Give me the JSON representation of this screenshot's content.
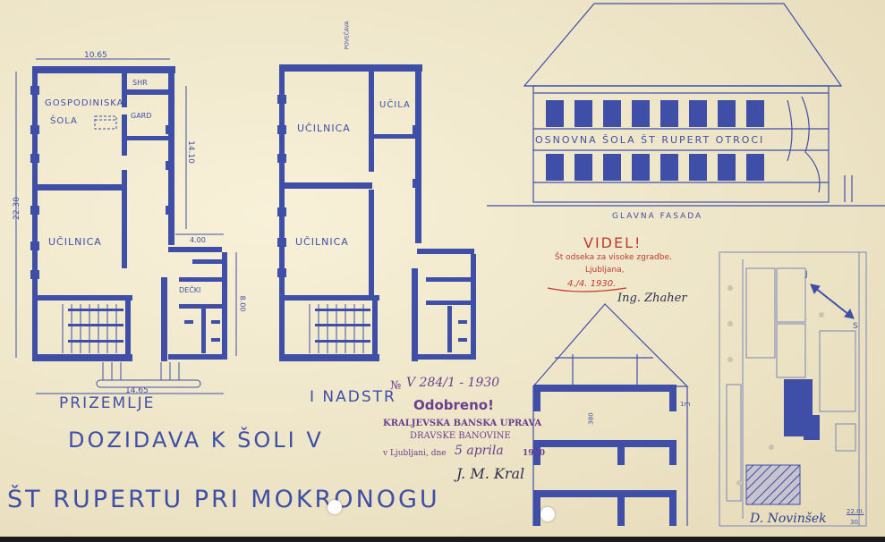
{
  "drawing": {
    "title_line1": "DOZIDAVA K ŠOLI V",
    "title_line2": "ŠT RUPERTU PRI MOKRONOGU",
    "ground_floor": {
      "label": "PRIZEMLJE",
      "width_top": "10.65",
      "width_bottom": "14.65",
      "height_side": "22.30",
      "inner_dim": "14.10",
      "right_dim": "4.00",
      "right_dim2": "8.00",
      "room_1": "GOSPODINISKA",
      "room_1b": "ŠOLA",
      "room_2": "SHR",
      "room_3": "GARD",
      "room_4": "UČILNICA",
      "room_5": "DEČKI"
    },
    "first_floor": {
      "label": "I NADSTR",
      "room_1": "UČILNICA",
      "room_2": "UČILA",
      "room_3": "UČILNICA",
      "north_mark": "POVEČAVA"
    },
    "facade": {
      "inscription": "OSNOVNA ŠOLA ŠT RUPERT  OTROCI",
      "caption": "GLAVNA FASADA"
    },
    "section": {
      "dim_a": "1m",
      "dim_b": "380"
    },
    "site_plan": {
      "label_s": "S",
      "label_j": "J"
    },
    "stamp_videl": {
      "title": "VIDEL!",
      "line1": "Št odseka za visoke zgradbe.",
      "line2": "Ljubljana,",
      "date": "4./4. 1930.",
      "signature": "Ing. Zhaher"
    },
    "stamp_approved": {
      "number_prefix": "№",
      "number": "V 284/1 - 1930",
      "title": "Odobreno!",
      "line1": "KRALJEVSKA BANSKA UPRAVA",
      "line2": "DRAVSKE BANOVINE",
      "line3": "v Ljubljani, dne",
      "day": "5 aprila",
      "year": "1930",
      "signature": "J. M. Kral"
    },
    "signature_author": "D. Novinšek",
    "date_author": "22.III.",
    "year_author": "30."
  },
  "colors": {
    "paper": "#efe6c8",
    "blueprint": "#3f4fa8",
    "red_stamp": "#c0392f",
    "purple_stamp": "#6b3f8f"
  }
}
